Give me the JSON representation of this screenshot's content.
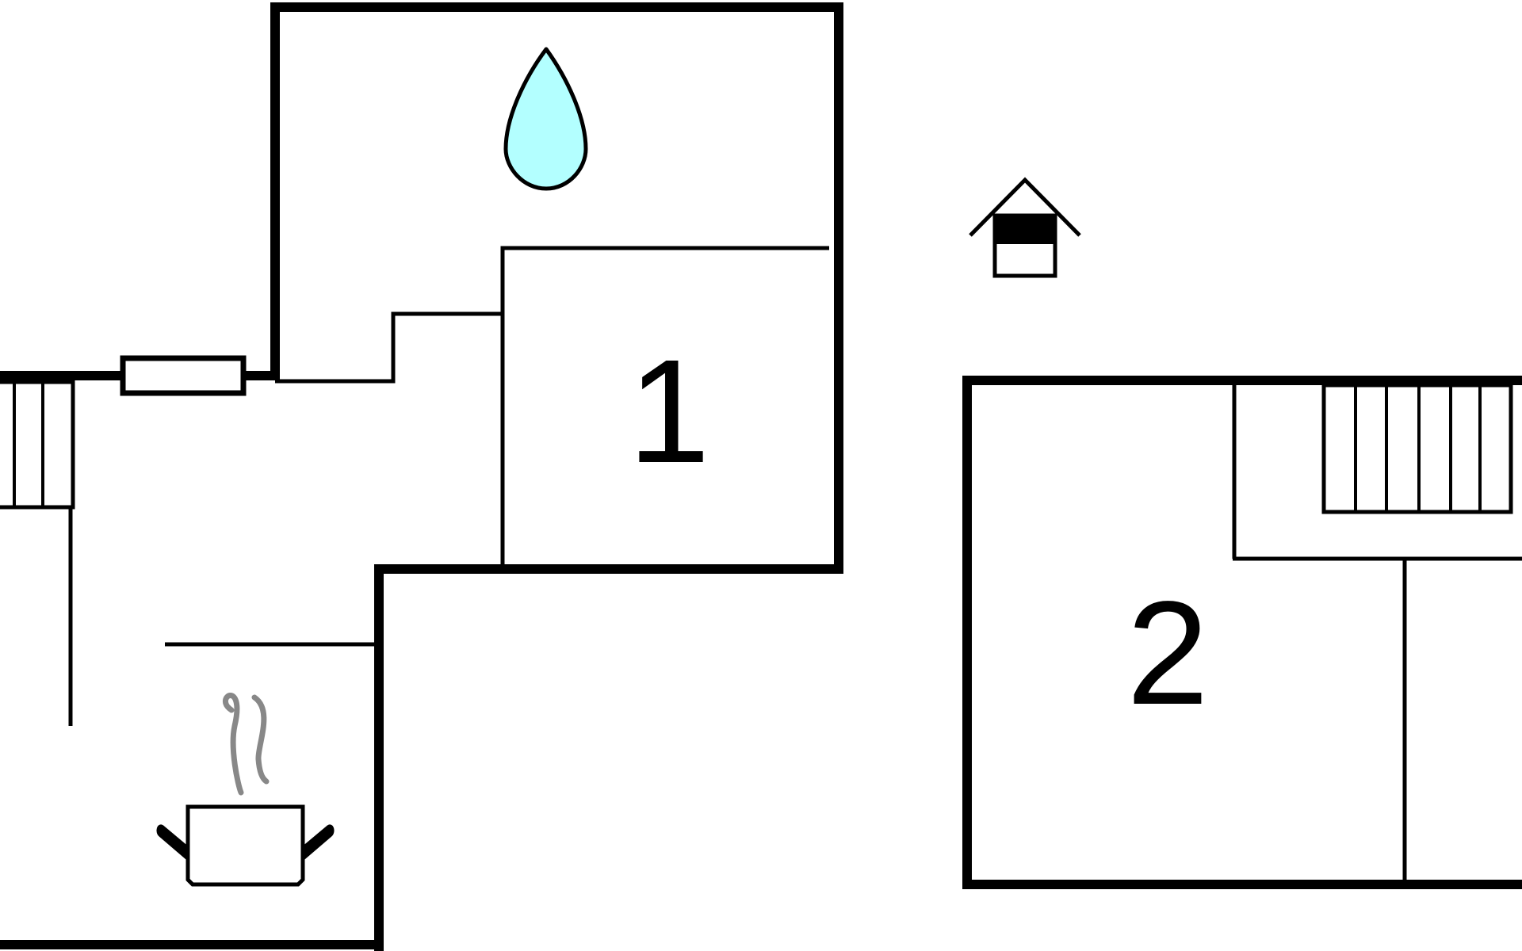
{
  "floorplan": {
    "rooms": [
      {
        "id": "bedroom-1",
        "label": "1"
      },
      {
        "id": "bedroom-2",
        "label": "2"
      }
    ],
    "symbols": [
      {
        "name": "bathroom-water-drop-icon",
        "depicts": "bathroom"
      },
      {
        "name": "entrance-house-icon",
        "depicts": "entrance"
      },
      {
        "name": "kitchen-pot-icon",
        "depicts": "kitchen"
      },
      {
        "name": "window-symbol",
        "depicts": "window"
      }
    ],
    "staircases": [
      {
        "name": "staircase-left",
        "steps": 3
      },
      {
        "name": "staircase-right",
        "steps": 6
      }
    ],
    "colors": {
      "wall": "#000000",
      "background": "#ffffff",
      "water_drop_fill": "#b3ffff",
      "steam": "#888888"
    }
  }
}
